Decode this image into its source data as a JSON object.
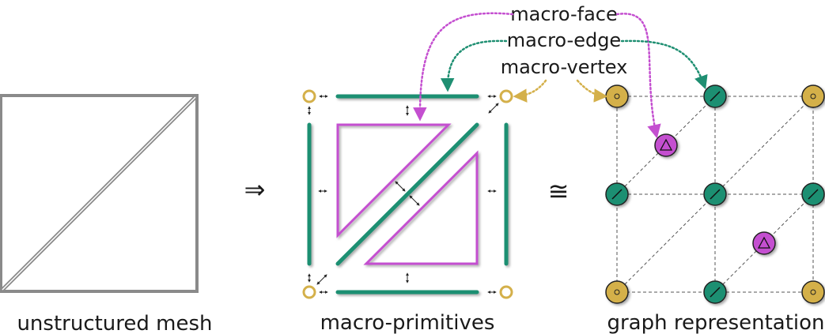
{
  "captions": {
    "left": "unstructured mesh",
    "middle": "macro-primitives",
    "right": "graph representation"
  },
  "callouts": {
    "face": "macro-face",
    "edge": "macro-edge",
    "vertex": "macro-vertex"
  },
  "symbols": {
    "implies": "⇒",
    "congruent": "≅"
  },
  "colors": {
    "face": "#c44fd0",
    "edge": "#1f8f72",
    "vertex": "#d4b04a",
    "mesh": "#8a8a8a"
  }
}
